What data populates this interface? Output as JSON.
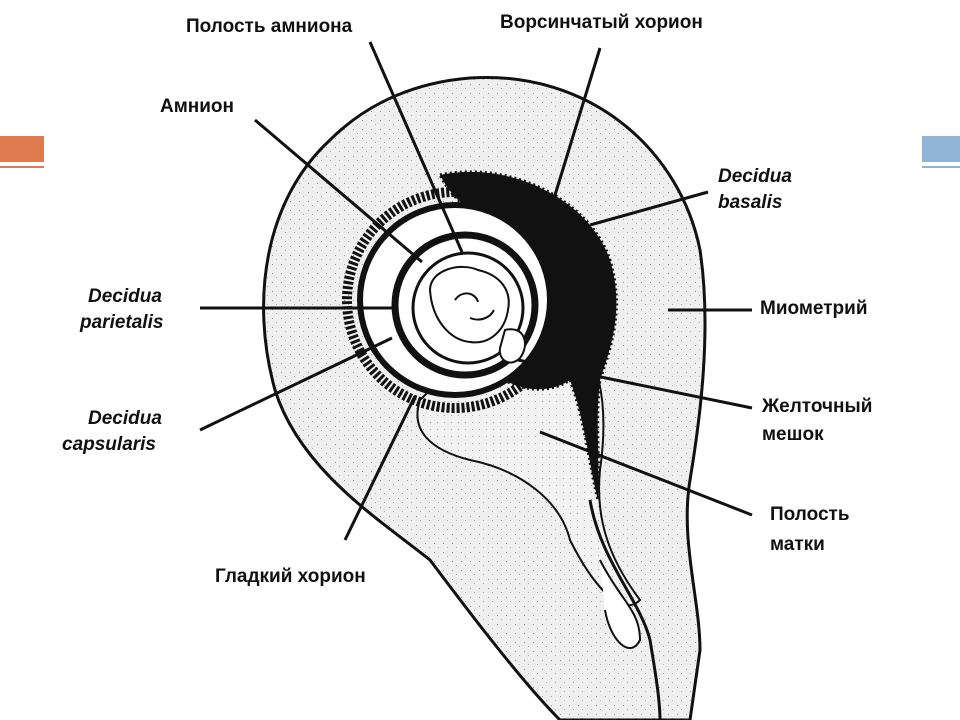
{
  "labels": {
    "amnion_cavity": "Полость амниона",
    "villous_chorion": "Ворсинчатый хорион",
    "amnion": "Амнион",
    "decidua_basalis_1": "Decidua",
    "decidua_basalis_2": "basalis",
    "decidua_parietalis_1": "Decidua",
    "decidua_parietalis_2": "parietalis",
    "myometrium": "Миометрий",
    "decidua_capsularis_1": "Decidua",
    "decidua_capsularis_2": "capsularis",
    "yolk_sac_1": "Желточный",
    "yolk_sac_2": "мешок",
    "uterine_cavity_1": "Полость",
    "uterine_cavity_2": "матки",
    "smooth_chorion": "Гладкий хорион"
  },
  "colors": {
    "accent_left": "#e07b4f",
    "accent_right": "#8fb4d6",
    "ink": "#111111",
    "tissue": "#ebebeb"
  }
}
